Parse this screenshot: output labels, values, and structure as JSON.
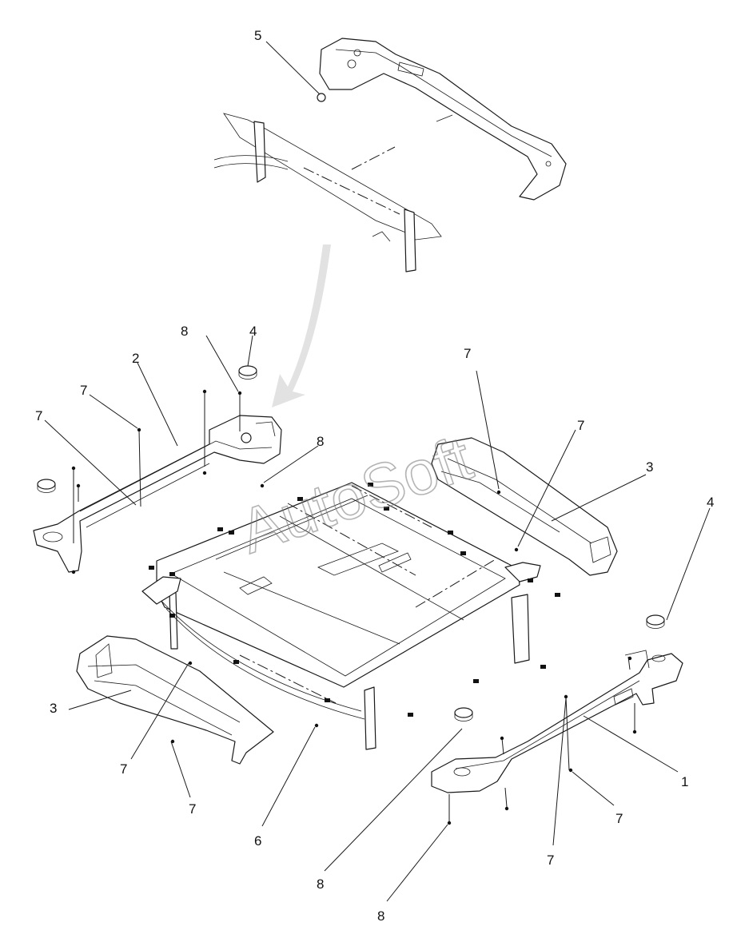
{
  "watermark": "AutoSoft",
  "callouts": [
    {
      "label": "5"
    },
    {
      "label": "8"
    },
    {
      "label": "4"
    },
    {
      "label": "2"
    },
    {
      "label": "7"
    },
    {
      "label": "7"
    },
    {
      "label": "8"
    },
    {
      "label": "7"
    },
    {
      "label": "7"
    },
    {
      "label": "3"
    },
    {
      "label": "4"
    },
    {
      "label": "3"
    },
    {
      "label": "7"
    },
    {
      "label": "7"
    },
    {
      "label": "6"
    },
    {
      "label": "8"
    },
    {
      "label": "8"
    },
    {
      "label": "7"
    },
    {
      "label": "7"
    },
    {
      "label": "1"
    }
  ],
  "colors": {
    "line": "#1a1a1a",
    "arrow": "#e2e2e2",
    "watermark": "#777777"
  }
}
